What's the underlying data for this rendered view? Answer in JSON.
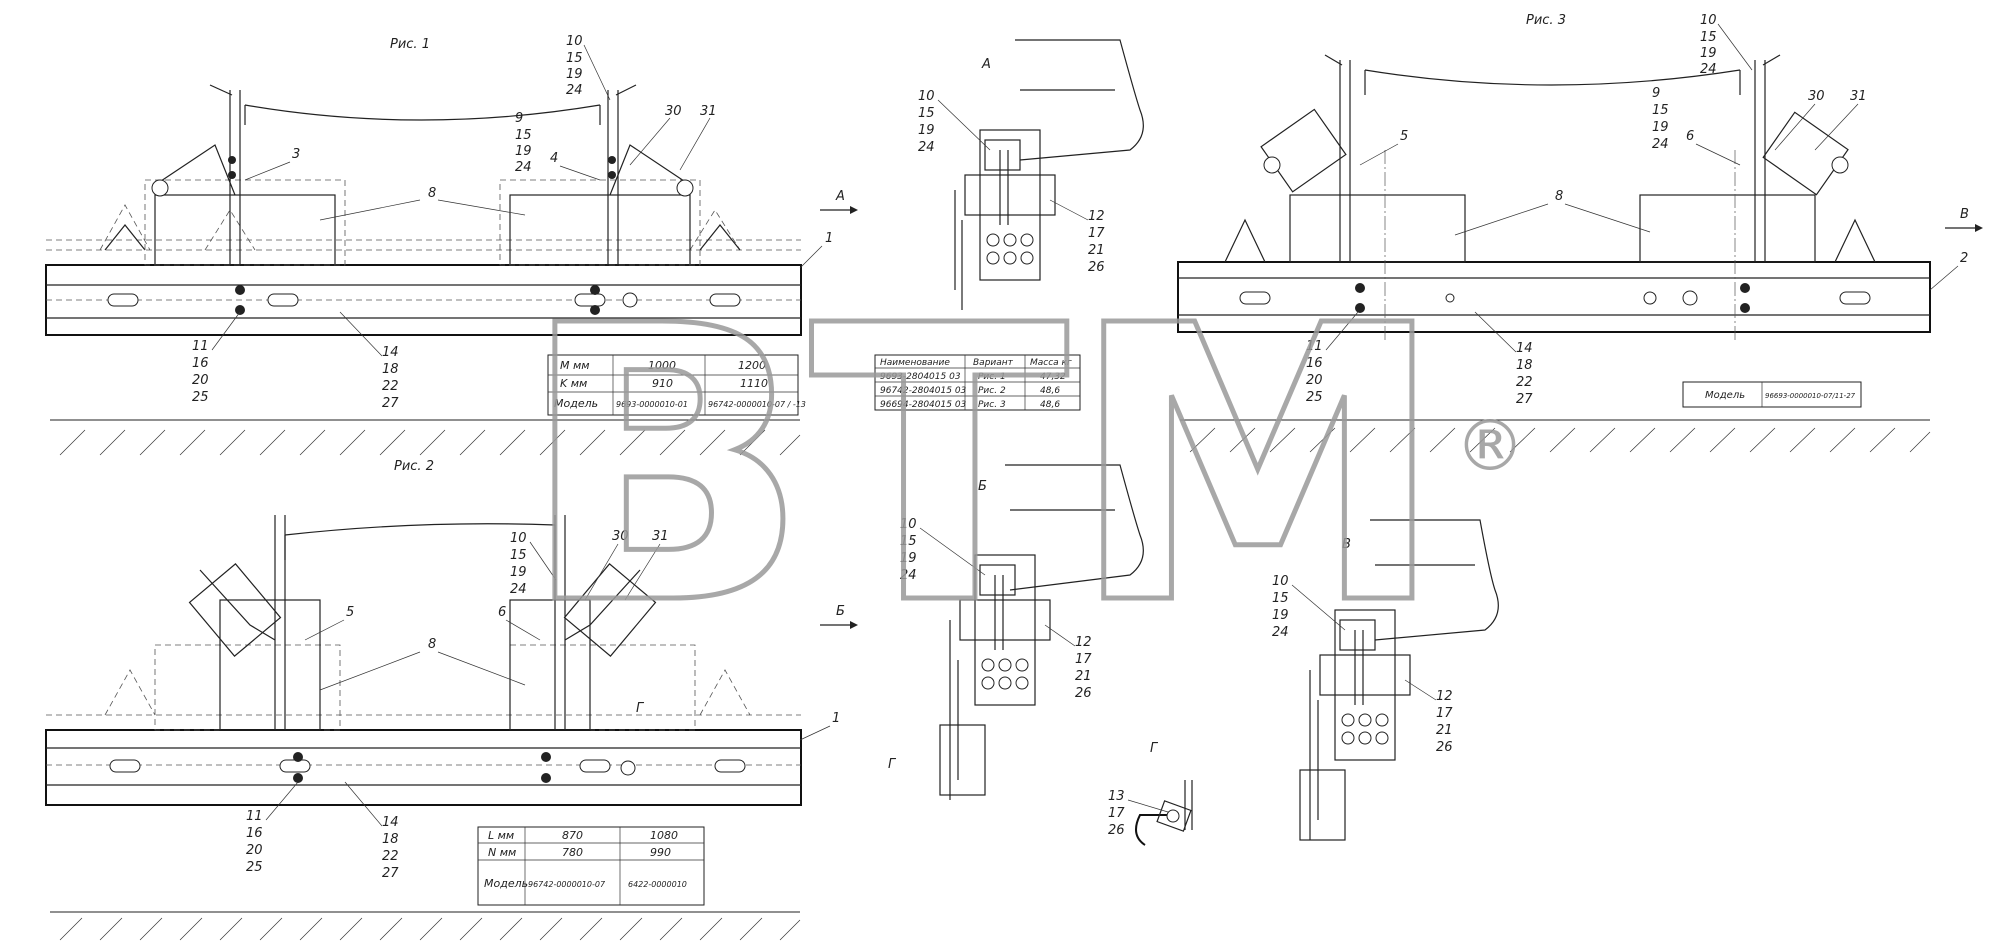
{
  "fig_titles": {
    "fig1": "Рис. 1",
    "fig2": "Рис. 2",
    "fig3": "Рис. 3"
  },
  "view_letters": {
    "A": "А",
    "B": "Б",
    "V": "В",
    "G": "Г",
    "B2": "Б"
  },
  "labels": {
    "n1": "1",
    "n2": "2",
    "n3": "3",
    "n4": "4",
    "n5": "5",
    "n6": "6",
    "n8": "8",
    "n9": "9",
    "n10": "10",
    "n11": "11",
    "n12": "12",
    "n13": "13",
    "n14": "14",
    "n15": "15",
    "n16": "16",
    "n17": "17",
    "n18": "18",
    "n19": "19",
    "n20": "20",
    "n21": "21",
    "n22": "22",
    "n24": "24",
    "n25": "25",
    "n26": "26",
    "n27": "27",
    "n30": "30",
    "n31": "31"
  },
  "table1": {
    "rows": [
      [
        "M мм",
        "1000",
        "1200"
      ],
      [
        "K мм",
        "910",
        "1110"
      ],
      [
        "Модель",
        "9693-0000010-01",
        "96742-0000010-07 / -13"
      ]
    ]
  },
  "table2": {
    "rows": [
      [
        "L мм",
        "870",
        "1080"
      ],
      [
        "N мм",
        "780",
        "990"
      ],
      [
        "Модель",
        "96742-0000010-07",
        "6422-0000010"
      ]
    ]
  },
  "table3": {
    "rows": [
      [
        "Модель",
        "96693-0000010-07/11-27"
      ]
    ]
  },
  "table_parts": {
    "headers": [
      "Наименование",
      "Вариант",
      "Масса кг"
    ],
    "rows": [
      [
        "9693-2804015 03",
        "Рис. 1",
        "47,32"
      ],
      [
        "96742-2804015 03",
        "Рис. 2",
        "48,6"
      ],
      [
        "96694-2804015 03",
        "Рис. 3",
        "48,6"
      ]
    ]
  },
  "watermark": {
    "text": "BTM",
    "mark": "®"
  }
}
